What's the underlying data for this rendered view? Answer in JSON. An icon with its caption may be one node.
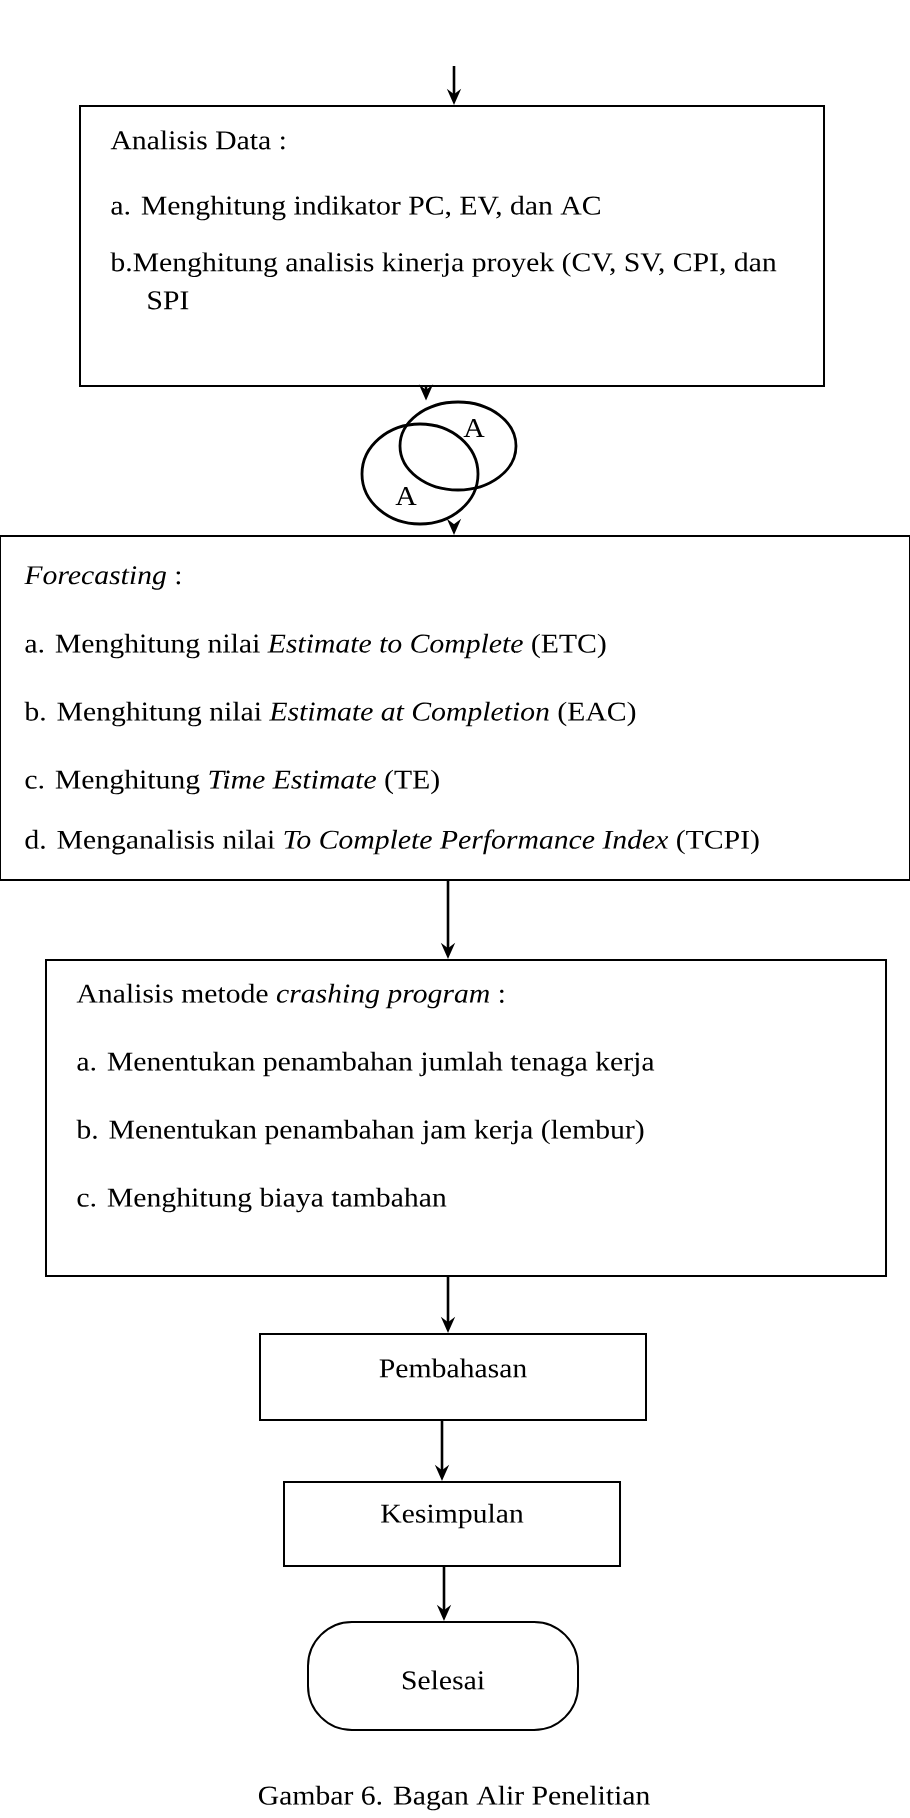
{
  "diagram": {
    "caption": "Gambar 6. Bagan Alir Penelitian",
    "nodes": [
      {
        "text": [
          "Analisis Data :",
          "a. Menghitung indikator PC, EV, dan AC",
          "b.Menghitung analisis kinerja proyek (CV, SV, CPI, dan SPI"
        ]
      },
      {
        "text": [
          "A"
        ]
      },
      {
        "text": [
          "A"
        ]
      },
      {
        "text": [
          "*Forecasting* :",
          "a. Menghitung nilai *Estimate to Complete* (ETC)",
          "b. Menghitung nilai *Estimate at Completion* (EAC)",
          "c. Menghitung *Time Estimate* (TE)",
          "d. Menganalisis nilai *To Complete Performance Index* (TCPI)"
        ]
      },
      {
        "text": [
          "Analisis metode *crashing program* :",
          "a. Menentukan penambahan jumlah tenaga kerja",
          "b. Menentukan penambahan jam kerja (lembur)",
          "c. Menghitung biaya tambahan"
        ]
      },
      {
        "text": [
          "Pembahasan"
        ]
      },
      {
        "text": [
          "Kesimpulan"
        ]
      },
      {
        "text": [
          "Selesai"
        ]
      }
    ],
    "edges": [
      {
        "from": null,
        "to": 0,
        "arrow": "to"
      },
      {
        "from": 0,
        "to": 2,
        "arrow": "to"
      },
      {
        "from": 1,
        "to": 3,
        "arrow": "to"
      },
      {
        "from": 3,
        "to": 4,
        "arrow": "to"
      },
      {
        "from": 4,
        "to": 5,
        "arrow": "to"
      },
      {
        "from": 5,
        "to": 6,
        "arrow": "to"
      },
      {
        "from": 6,
        "to": 7,
        "arrow": "to"
      }
    ]
  }
}
